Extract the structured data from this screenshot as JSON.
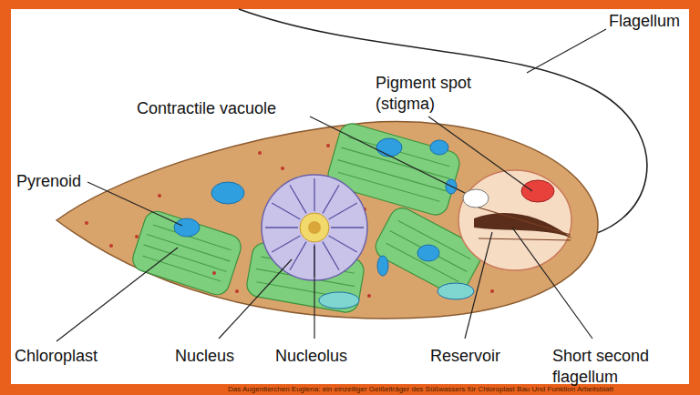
{
  "diagram": {
    "labels": [
      "Flagellum",
      "Pigment spot (stigma)",
      "Contractile vacuole",
      "Pyrenoid",
      "Chloroplast",
      "Nucleus",
      "Nucleolus",
      "Reservoir",
      "Short second flagellum",
      "Das Augentierchen Euglena: ein einzelliger Geißelträger des Süßwassers für Chloroplast Bau Und Funktion Arbeitsblatt"
    ]
  }
}
